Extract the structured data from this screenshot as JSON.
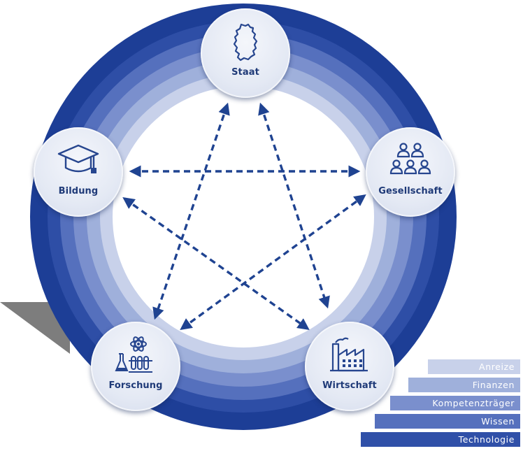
{
  "nodes": {
    "staat": {
      "label": "Staat",
      "icon": "germany-map-icon"
    },
    "gesellschaft": {
      "label": "Gesellschaft",
      "icon": "people-group-icon"
    },
    "wirtschaft": {
      "label": "Wirtschaft",
      "icon": "factory-icon"
    },
    "forschung": {
      "label": "Forschung",
      "icon": "science-lab-icon"
    },
    "bildung": {
      "label": "Bildung",
      "icon": "graduation-cap-icon"
    }
  },
  "rings": {
    "labels": [
      "Anreize",
      "Finanzen",
      "Kompetenzträger",
      "Wissen",
      "Technologie"
    ],
    "colors": [
      "#c8d1ea",
      "#9fb0db",
      "#7a8fcd",
      "#5570bd",
      "#3050a8"
    ],
    "outer_color": "#1d3e96"
  },
  "colors": {
    "arrow": "#1f4391",
    "node_text": "#1f3a78",
    "icon": "#27468f"
  }
}
